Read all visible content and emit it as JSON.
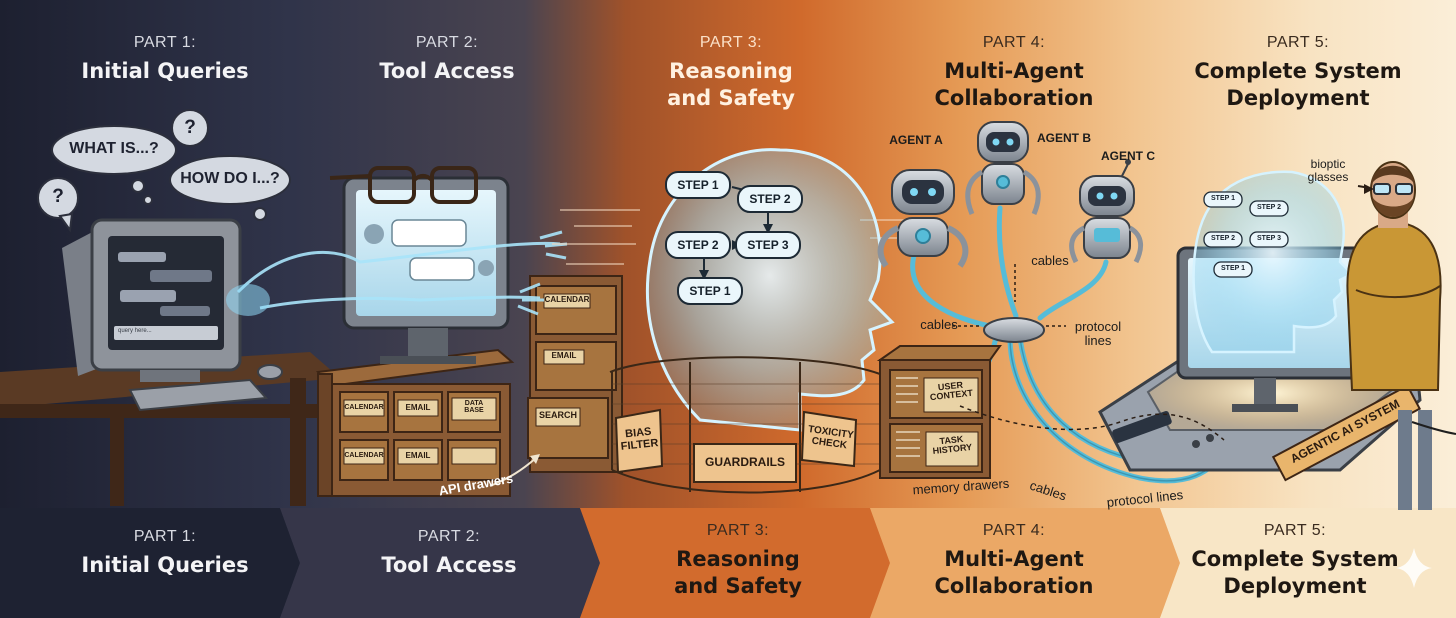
{
  "parts": [
    {
      "number": "PART 1:",
      "name": "Initial Queries"
    },
    {
      "number": "PART 2:",
      "name": "Tool Access"
    },
    {
      "number": "PART 3:",
      "name": "Reasoning\nand Safety"
    },
    {
      "number": "PART 4:",
      "name": "Multi-Agent\nCollaboration"
    },
    {
      "number": "PART 5:",
      "name": "Complete System\nDeployment"
    }
  ],
  "panel1": {
    "bubbles": [
      "WHAT IS...?",
      "?",
      "HOW DO I...?",
      "?"
    ],
    "input_placeholder": "query here..."
  },
  "panel2": {
    "cabinet_drawers": [
      "CALENDAR",
      "EMAIL",
      "SEARCH"
    ],
    "desk_drawers": [
      "CALENDAR",
      "EMAIL",
      "DATA\nBASE",
      "CALENDAR",
      "EMAIL"
    ],
    "api_label": "API drawers"
  },
  "panel3": {
    "steps": [
      "STEP 1",
      "STEP 2",
      "STEP 2",
      "STEP 3",
      "STEP 1"
    ],
    "fence_signs": [
      "BIAS\nFILTER",
      "GUARDRAILS",
      "TOXICITY\nCHECK"
    ]
  },
  "panel4": {
    "agents": [
      "AGENT A",
      "AGENT B",
      "AGENT C"
    ],
    "cables_top": "cables",
    "cables_left": "cables",
    "protocol_lines": "protocol\nlines",
    "memory_drawers": [
      "USER\nCONTEXT",
      "TASK\nHISTORY"
    ],
    "memory_label": "memory drawers"
  },
  "panel5": {
    "glasses_label": "bioptic\nglasses",
    "steps": [
      "STEP 1",
      "STEP 2",
      "STEP 2",
      "STEP 3",
      "STEP 1"
    ],
    "base_label": "AGENTIC AI SYSTEM",
    "cables_label": "cables",
    "protocol_label": "protocol lines"
  },
  "colors": {
    "panel1": "#262b3d",
    "panel2": "#3c3b4e",
    "panel3": "#c9622a",
    "panel4": "#e8a460",
    "panel5": "#f6e4c4",
    "hologram": "#8fd8f5",
    "wood": "#8a5a34",
    "cable": "#56bcd8"
  }
}
